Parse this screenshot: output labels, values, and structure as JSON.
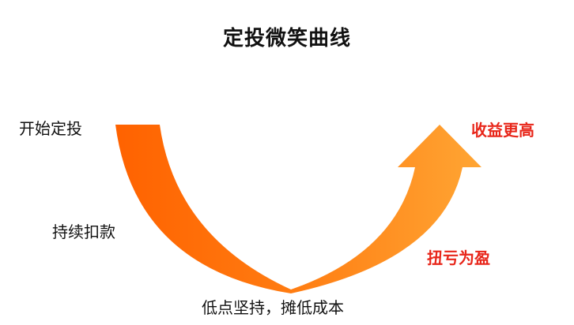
{
  "title": "定投微笑曲线",
  "labels": {
    "start": "开始定投",
    "continue": "持续扣款",
    "bottom": "低点坚持，摊低成本",
    "gain": "收益更高",
    "turn": "扭亏为盈"
  },
  "colors": {
    "text": "#111111",
    "highlight": "#e8261a",
    "arrow_dark": "#ff6200",
    "arrow_mid": "#ff7a10",
    "arrow_light": "#ffa533"
  }
}
